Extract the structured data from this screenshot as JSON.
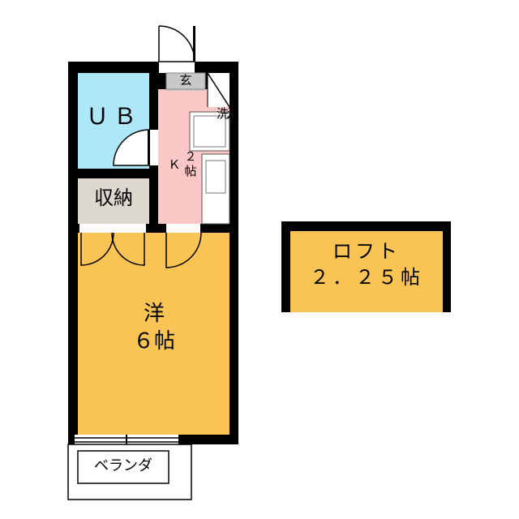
{
  "colors": {
    "wall": "#000000",
    "bath": "#aee8f8",
    "kitchen": "#fbc6c6",
    "western_room": "#f9c453",
    "loft": "#f9c453",
    "storage": "#ddd8ce",
    "entrance": "#c8c8c8",
    "balcony": "#ffffff"
  },
  "rooms": {
    "unit_bath": {
      "label": "ＵＢ"
    },
    "entrance": {
      "label": "玄"
    },
    "laundry": {
      "label": "洗濯"
    },
    "kitchen": {
      "label_k": "Ｋ",
      "label_size": "２",
      "label_unit": "帖"
    },
    "storage": {
      "label": "収納"
    },
    "western": {
      "label_line1": "洋",
      "label_line2": "６帖"
    },
    "balcony": {
      "label": "ベランダ"
    },
    "loft": {
      "label_line1": "ロフト",
      "label_line2": "２．２５帖"
    }
  }
}
